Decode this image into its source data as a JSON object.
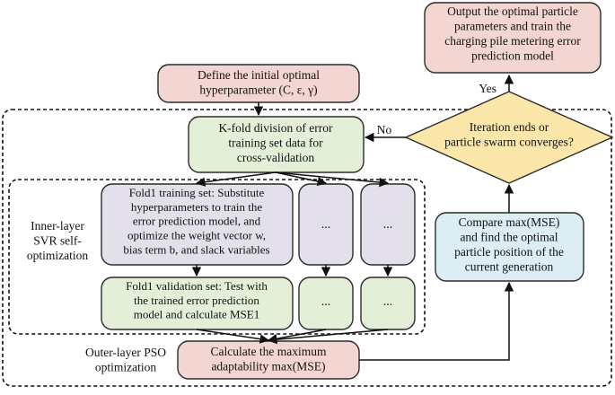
{
  "colors": {
    "pink": "#f3d6d2",
    "green": "#e4efd8",
    "lavender": "#e3e0ec",
    "blue": "#dcedf4",
    "yellow": "#fbe7a9",
    "stroke": "#2b2b2b"
  },
  "nodes": {
    "output": {
      "lines": [
        "Output the optimal particle",
        "parameters and train the",
        "charging pile metering error",
        "prediction model"
      ]
    },
    "define": {
      "lines": [
        "Define the initial optimal",
        "hyperparameter (C, ε, γ)"
      ]
    },
    "kfold": {
      "lines": [
        "K-fold division of error",
        "training set data for",
        "cross-validation"
      ]
    },
    "decision": {
      "lines": [
        "Iteration ends or",
        "particle swarm converges?"
      ]
    },
    "fold1_train": {
      "lines": [
        "Fold1 training set: Substitute",
        "hyperparameters to train the",
        "error prediction model, and",
        "optimize the weight vector w,",
        "bias term b, and slack variables"
      ]
    },
    "fold1_valid": {
      "lines": [
        "Fold1 validation set: Test with",
        "the trained error prediction",
        "model and calculate MSE1"
      ]
    },
    "compare": {
      "lines": [
        "Compare max(MSE)",
        "and find the optimal",
        "particle position of the",
        "current generation"
      ]
    },
    "calc_max": {
      "lines": [
        "Calculate the maximum",
        "adaptability max(MSE)"
      ]
    },
    "ellipsis_1": {
      "text": "..."
    },
    "ellipsis_2": {
      "text": "..."
    },
    "ellipsis_3": {
      "text": "..."
    },
    "ellipsis_4": {
      "text": "..."
    }
  },
  "labels": {
    "inner": [
      "Inner-layer",
      "SVR self-",
      "optimization"
    ],
    "outer": [
      "Outer-layer PSO",
      "optimization"
    ],
    "yes": "Yes",
    "no": "No"
  }
}
